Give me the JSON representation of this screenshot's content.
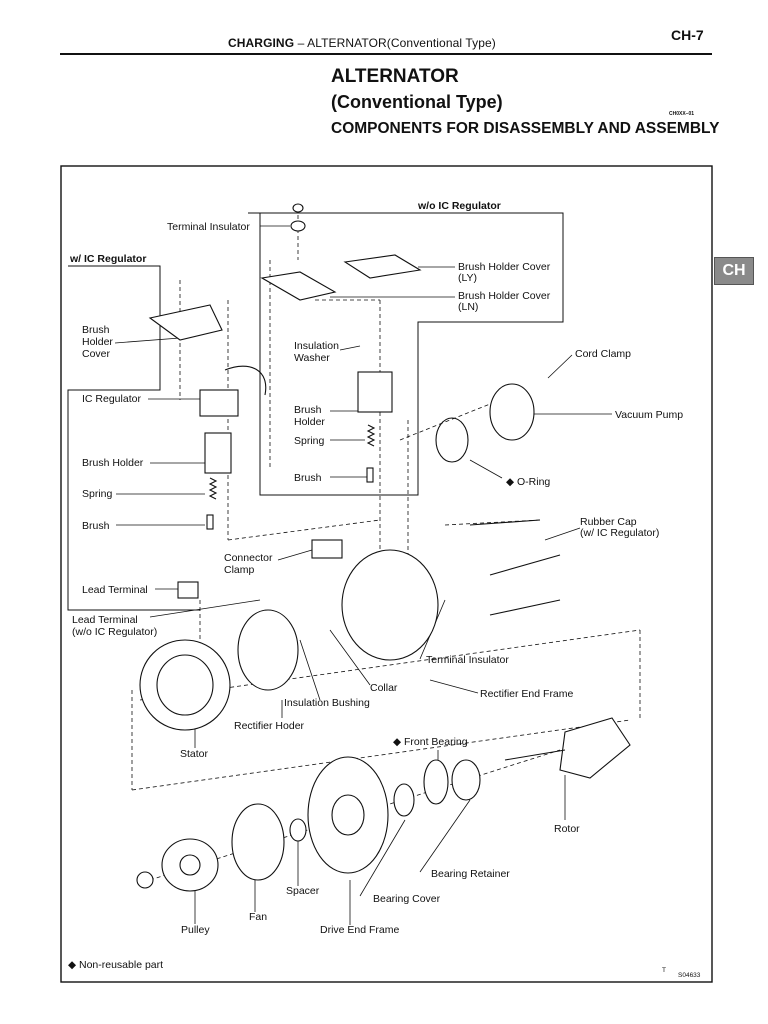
{
  "header": {
    "section_bold": "CHARGING",
    "section_rest": " – ALTERNATOR(Conventional Type)",
    "page_number": "CH-7",
    "side_tab": "CH"
  },
  "title": {
    "line1": "ALTERNATOR",
    "line2": "(Conventional Type)",
    "line3": "COMPONENTS FOR DISASSEMBLY AND ASSEMBLY",
    "code": "CH0XX–01"
  },
  "labels": {
    "terminal_insulator_top": "Terminal Insulator",
    "wo_ic_regulator": "w/o IC Regulator",
    "w_ic_regulator": "w/ IC Regulator",
    "brush_holder_cover_ly_1": "Brush Holder Cover",
    "brush_holder_cover_ly_2": "(LY)",
    "brush_holder_cover_ln_1": "Brush Holder Cover",
    "brush_holder_cover_ln_2": "(LN)",
    "brush_holder_cover_left_1": "Brush",
    "brush_holder_cover_left_2": "Holder",
    "brush_holder_cover_left_3": "Cover",
    "insulation_washer_1": "Insulation",
    "insulation_washer_2": "Washer",
    "cord_clamp": "Cord Clamp",
    "ic_regulator": "IC Regulator",
    "brush_holder_mid_1": "Brush",
    "brush_holder_mid_2": "Holder",
    "vacuum_pump": "Vacuum Pump",
    "spring_mid": "Spring",
    "brush_holder_left": "Brush Holder",
    "brush_mid": "Brush",
    "o_ring": "◆ O-Ring",
    "spring_left": "Spring",
    "brush_left": "Brush",
    "rubber_cap_1": "Rubber Cap",
    "rubber_cap_2": "(w/ IC Regulator)",
    "connector_clamp_1": "Connector",
    "connector_clamp_2": "Clamp",
    "lead_terminal": "Lead Terminal",
    "lead_terminal_wo_1": "Lead Terminal",
    "lead_terminal_wo_2": "(w/o IC Regulator)",
    "terminal_insulator_mid": "Terminal Insulator",
    "collar": "Collar",
    "rectifier_end_frame": "Rectifier End Frame",
    "insulation_bushing": "Insulation Bushing",
    "rectifier_holder": "Rectifier Hoder",
    "front_bearing": "◆ Front Bearing",
    "stator": "Stator",
    "rotor": "Rotor",
    "bearing_retainer": "Bearing Retainer",
    "spacer": "Spacer",
    "bearing_cover": "Bearing Cover",
    "fan": "Fan",
    "pulley": "Pulley",
    "drive_end_frame": "Drive End Frame"
  },
  "footer": {
    "legend": "◆ Non-reusable part",
    "figure_id": "S04633",
    "figure_prefix": "T"
  }
}
